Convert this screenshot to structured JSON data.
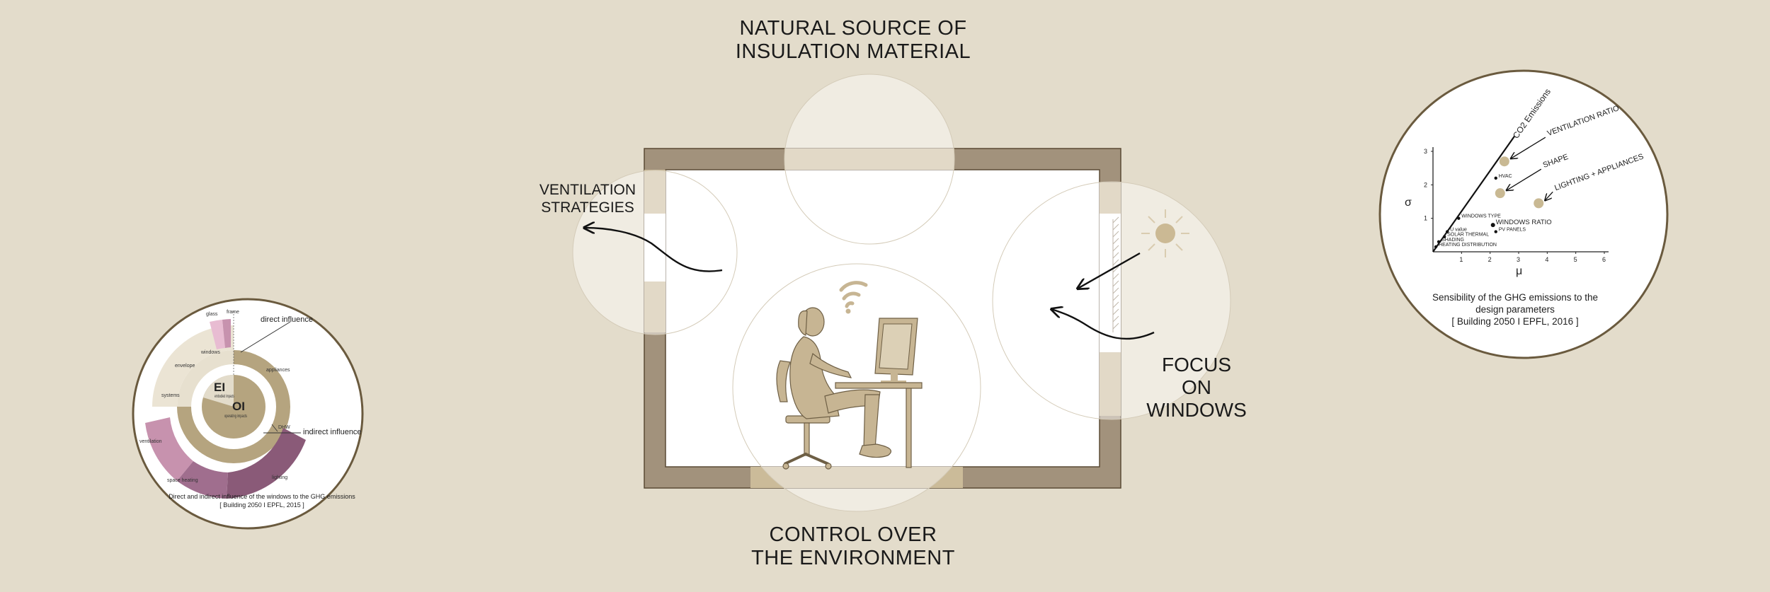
{
  "labels": {
    "top_line1": "NATURAL SOURCE OF",
    "top_line2": "INSULATION  MATERIAL",
    "ventilation_line1": "VENTILATION",
    "ventilation_line2": "STRATEGIES",
    "windows_line1": "FOCUS",
    "windows_line2": "ON",
    "windows_line3": "WINDOWS",
    "bottom_line1": "CONTROL OVER",
    "bottom_line2": "THE ENVIRONMENT"
  },
  "colors": {
    "background": "#e3dccb",
    "wall_dark": "#a2927c",
    "wall_light": "#cbbb99",
    "figure": "#c7b593",
    "room_interior": "#ffffff",
    "circle_border": "#6a5a3e",
    "donut_pink_light": "#e8bcd2",
    "donut_pink_mid": "#c792ae",
    "donut_plum": "#8a5a78"
  },
  "icons": [
    "sun-icon",
    "wifi-signal-icon",
    "person-at-desk-icon",
    "computer-monitor-icon",
    "office-chair-icon",
    "arrow-icon"
  ],
  "chart_data": {
    "type": "scatter",
    "title": "",
    "xlabel": "μ",
    "ylabel": "σ",
    "xlim": [
      0,
      6
    ],
    "ylim": [
      0,
      3
    ],
    "x_ticks": [
      "1",
      "2",
      "3",
      "4",
      "5",
      "6"
    ],
    "y_ticks": [
      "1",
      "2",
      "3"
    ],
    "trend_label": "CO2 Emissions",
    "points": [
      {
        "label": "VENTILATION RATIO",
        "x": 2.5,
        "y": 2.7,
        "kind": "highlight",
        "arrow": true
      },
      {
        "label": "SHAPE",
        "x": 2.35,
        "y": 1.75,
        "kind": "highlight",
        "arrow": true
      },
      {
        "label": "LIGHTING + APPLIANCES",
        "x": 3.7,
        "y": 1.45,
        "kind": "highlight",
        "arrow": true
      },
      {
        "label": "HVAC",
        "x": 2.2,
        "y": 2.2,
        "kind": "small"
      },
      {
        "label": "WINDOWS TYPE",
        "x": 0.9,
        "y": 1.0,
        "kind": "small"
      },
      {
        "label": "WINDOWS RATIO",
        "x": 2.1,
        "y": 0.8,
        "kind": "small",
        "size": "larger"
      },
      {
        "label": "PV PANELS",
        "x": 2.2,
        "y": 0.6,
        "kind": "small"
      },
      {
        "label": "U value",
        "x": 0.5,
        "y": 0.6,
        "kind": "small"
      },
      {
        "label": "SOLAR THERMAL",
        "x": 0.4,
        "y": 0.45,
        "kind": "small"
      },
      {
        "label": "SHADING",
        "x": 0.2,
        "y": 0.3,
        "kind": "small"
      },
      {
        "label": "HEATING DISTRIBUTION",
        "x": 0.1,
        "y": 0.15,
        "kind": "small"
      }
    ],
    "caption_line1": "Sensibility of the GHG emissions to the",
    "caption_line2": "design parameters",
    "caption_line3": "[ Building 2050 I EPFL, 2016 ]"
  },
  "donut": {
    "center_el": "EI",
    "center_el_sub": "embodied impacts",
    "center_ol": "OI",
    "center_ol_sub": "operating impacts",
    "segments": [
      "glass",
      "frame",
      "windows",
      "envelope",
      "systems",
      "appliances",
      "DHW",
      "ventilation",
      "space heating",
      "lighting"
    ],
    "direct_label": "direct influence",
    "indirect_label": "indirect influence",
    "caption_line1": "Direct and indirect influence of the windows to the GHG emissions",
    "caption_line2": "[ Building 2050 I EPFL, 2015 ]"
  }
}
